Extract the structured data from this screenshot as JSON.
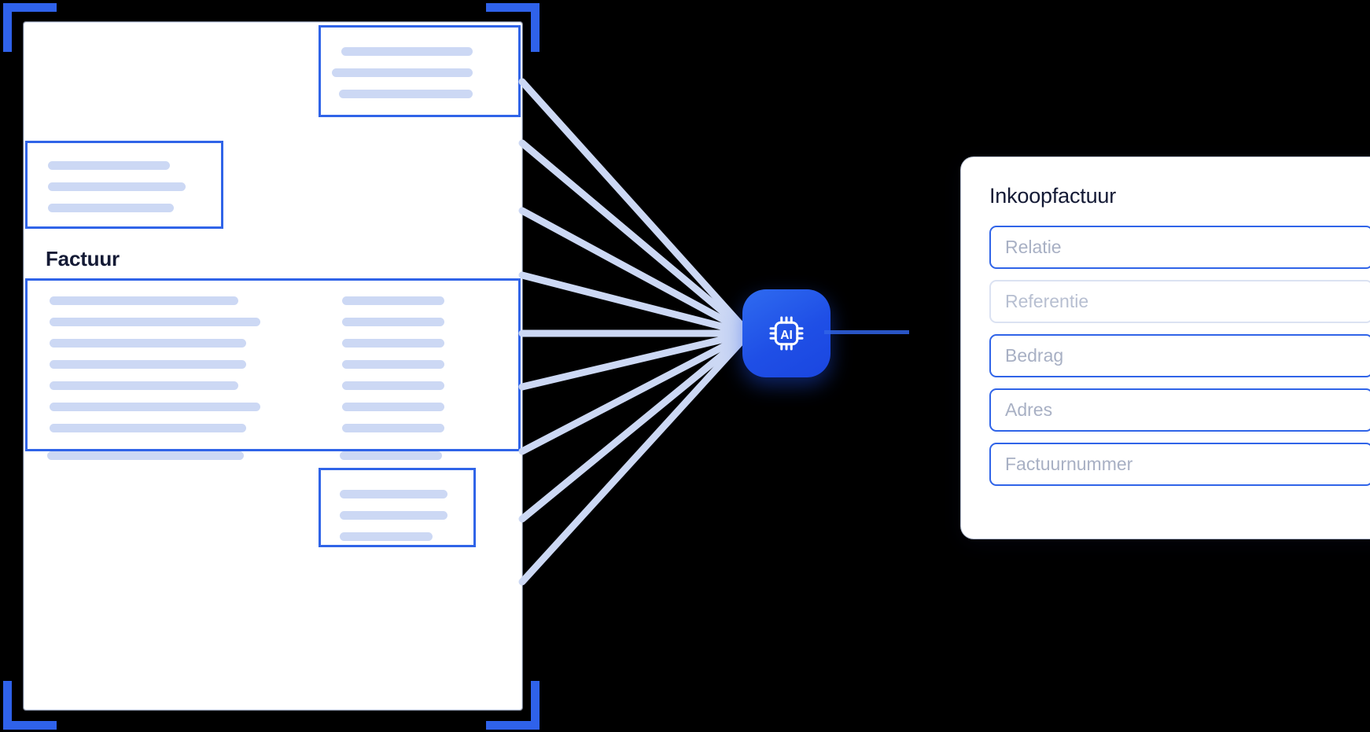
{
  "theme": {
    "accent_blue": "#3064e8",
    "chip_blue": "#1f4fe6",
    "skeleton_blue": "#ccd8f4",
    "text_dark": "#141a35",
    "placeholder_gray": "#a8b0c4",
    "panel_white": "#ffffff",
    "background": "#000000"
  },
  "document": {
    "name": "invoice-document",
    "title": "Factuur",
    "highlight_boxes": [
      {
        "id": "top-right-block",
        "lines": 3
      },
      {
        "id": "left-address-block",
        "lines": 3
      },
      {
        "id": "line-items-table",
        "lines": 9
      },
      {
        "id": "bottom-right-totals",
        "lines": 3
      }
    ]
  },
  "ai": {
    "icon": "ai-chip-icon",
    "label": "AI"
  },
  "form": {
    "title": "Inkoopfactuur",
    "fields": [
      {
        "name": "relatie",
        "placeholder": "Relatie",
        "state": "detected"
      },
      {
        "name": "referentie",
        "placeholder": "Referentie",
        "state": "empty"
      },
      {
        "name": "bedrag",
        "placeholder": "Bedrag",
        "state": "detected"
      },
      {
        "name": "adres",
        "placeholder": "Adres",
        "state": "detected"
      },
      {
        "name": "factuurnummer",
        "placeholder": "Factuurnummer",
        "state": "detected"
      }
    ]
  },
  "chart_data": null
}
